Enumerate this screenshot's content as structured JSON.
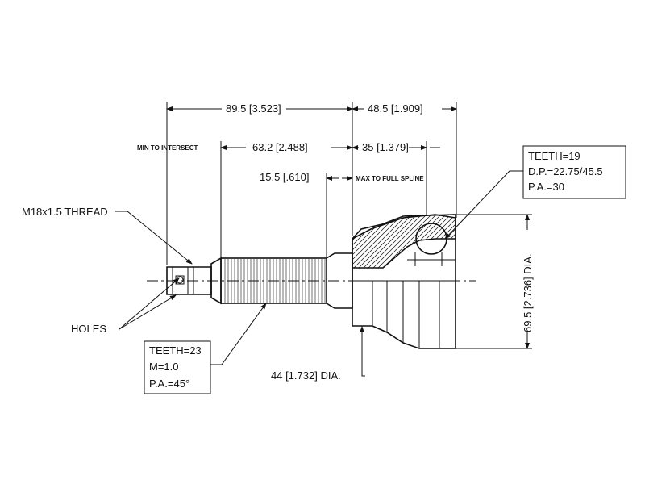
{
  "dimensions": {
    "overall_length": "89.5 [3.523]",
    "joint_length": "48.5 [1.909]",
    "min_to_intersect_value": "63.2 [2.488]",
    "min_to_intersect_label": "MIN TO INTERSECT",
    "intersect_to_end": "35 [1.379]",
    "max_to_full_spline_value": "15.5 [.610]",
    "max_to_full_spline_label": "MAX TO FULL SPLINE",
    "outer_diameter": "69.5 [2.736] DIA.",
    "seal_diameter": "44 [1.732] DIA."
  },
  "callouts": {
    "thread": "M18x1.5 THREAD",
    "holes": "HOLES"
  },
  "inner_spline": {
    "teeth": "TEETH=19",
    "dp": "D.P.=22.75/45.5",
    "pa": "P.A.=30"
  },
  "outer_spline": {
    "teeth": "TEETH=23",
    "m": "M=1.0",
    "pa": "P.A.=45°"
  }
}
